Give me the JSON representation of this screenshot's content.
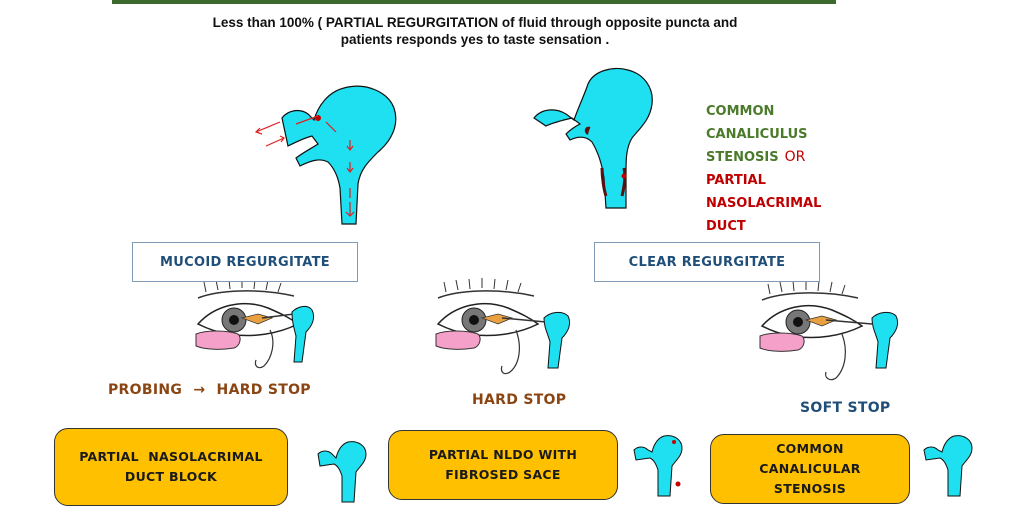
{
  "header": {
    "line1": "Less than 100% ( PARTIAL REGURGITATION of fluid through opposite puncta and",
    "line2": "patients responds yes to taste sensation ."
  },
  "diagnosis_text": {
    "line1": "COMMON",
    "line2": "CANALICULUS",
    "line3": "STENOSIS",
    "or": "OR",
    "line4": "PARTIAL",
    "line5": "NASOLACRIMAL",
    "line6": "DUCT"
  },
  "boxes": {
    "mucoid": "MUCOID REGURGITATE",
    "clear": "CLEAR REGURGITATE"
  },
  "probing": {
    "left_prefix": "PROBING",
    "arrow": "→",
    "left_suffix": "HARD STOP",
    "middle": "HARD STOP",
    "right": "SOFT STOP"
  },
  "results": [
    {
      "line1": "PARTIAL  NASOLACRIMAL",
      "line2": "DUCT BLOCK",
      "line3": ""
    },
    {
      "line1": "PARTIAL NLDO WITH",
      "line2": "FIBROSED SACE",
      "line3": ""
    },
    {
      "line1": "COMMON",
      "line2": "CANALICULAR",
      "line3": "STENOSIS"
    }
  ],
  "colors": {
    "duct": "#1ee0f0",
    "arrows": "#e02020",
    "result_fill": "#ffc000",
    "brown_text": "#8b4513",
    "blue_text": "#1f4e79"
  }
}
